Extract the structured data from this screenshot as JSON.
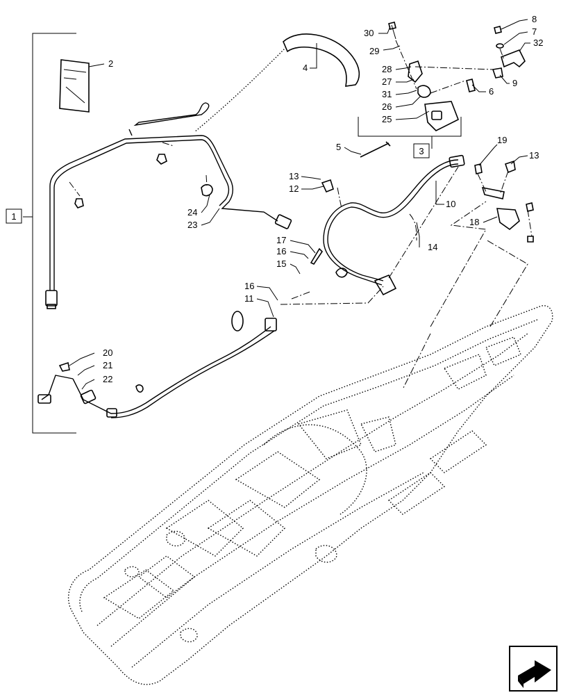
{
  "group_labels": {
    "g1": "1",
    "g3": "3"
  },
  "callouts": {
    "c2": "2",
    "c4": "4",
    "c5": "5",
    "c6": "6",
    "c7": "7",
    "c8": "8",
    "c9": "9",
    "c10": "10",
    "c11": "11",
    "c12": "12",
    "c13a": "13",
    "c13b": "13",
    "c14": "14",
    "c15": "15",
    "c16a": "16",
    "c16b": "16",
    "c17": "17",
    "c18": "18",
    "c19": "19",
    "c20": "20",
    "c21": "21",
    "c22": "22",
    "c23": "23",
    "c24": "24",
    "c25": "25",
    "c26": "26",
    "c27": "27",
    "c28": "28",
    "c29": "29",
    "c30": "30",
    "c31": "31",
    "c32": "32"
  },
  "icons": {
    "nav": "next-page-arrow-icon"
  }
}
